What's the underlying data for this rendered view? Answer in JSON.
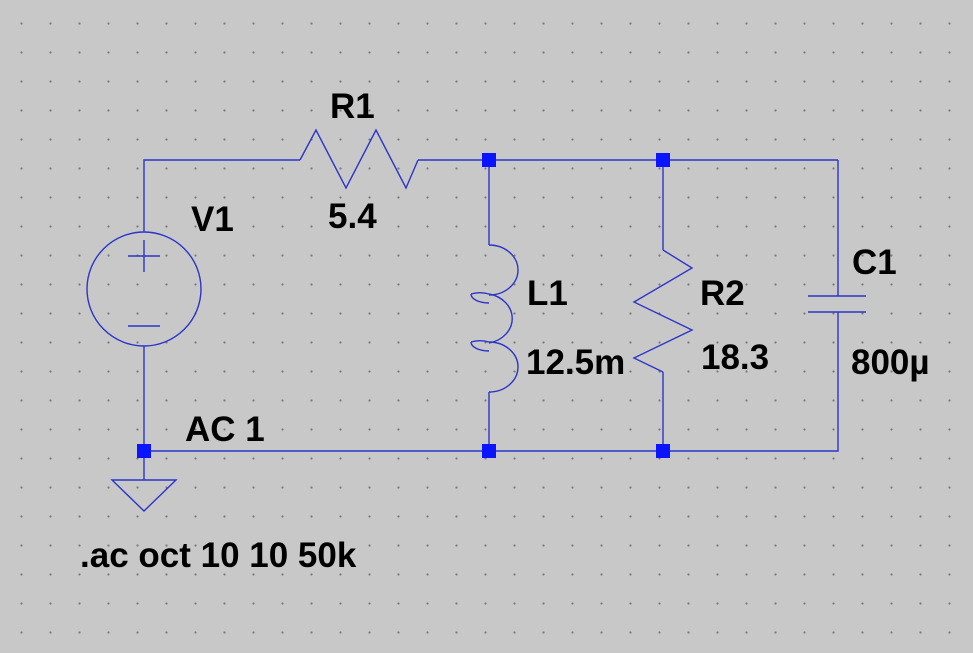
{
  "wire_color": "#2b35c9",
  "node_color": "#0a14ff",
  "background_color": "#c8c8c8",
  "components": {
    "v1": {
      "name": "V1",
      "value": "AC 1"
    },
    "r1": {
      "name": "R1",
      "value": "5.4"
    },
    "l1": {
      "name": "L1",
      "value": "12.5m"
    },
    "r2": {
      "name": "R2",
      "value": "18.3"
    },
    "c1": {
      "name": "C1",
      "value": "800µ"
    }
  },
  "directive": ".ac oct 10 10 50k"
}
